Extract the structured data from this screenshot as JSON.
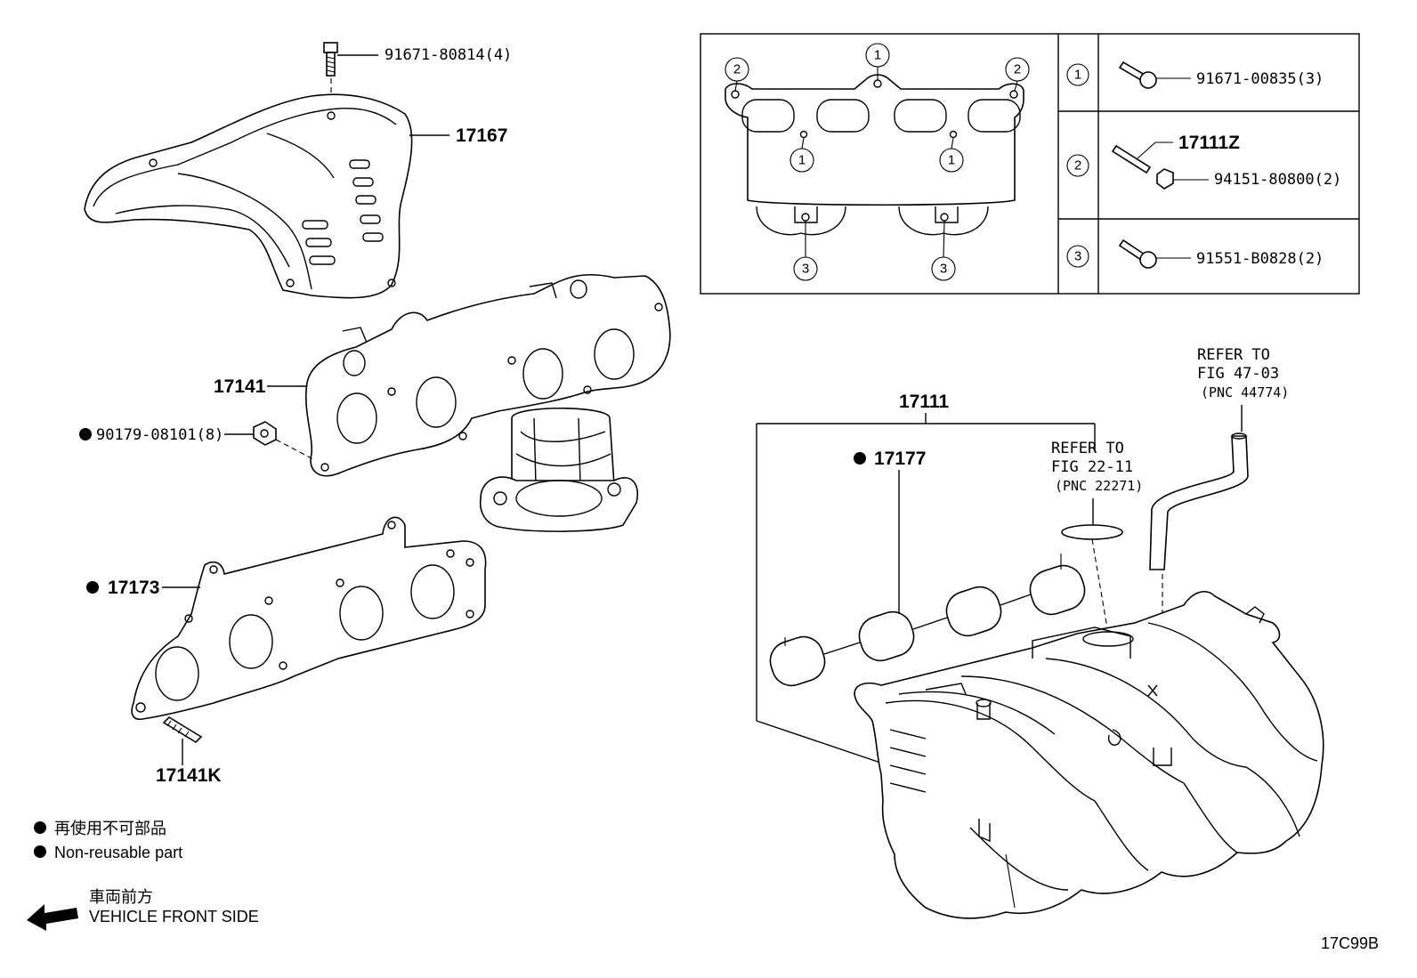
{
  "callouts": {
    "bolt_top": "91671-80814(4)",
    "heat_insulator": "17167",
    "exhaust_manifold": "17141",
    "nut": "90179-08101(8)",
    "gasket_exhaust": "17173",
    "stud": "17141K",
    "intake_manifold": "17111",
    "gasket_intake": "17177"
  },
  "refers": {
    "fig_22": {
      "line1": "REFER TO",
      "line2": "FIG 22-11",
      "line3": "(PNC 22271)"
    },
    "fig_47": {
      "line1": "REFER TO",
      "line2": "FIG 47-03",
      "line3": "(PNC 44774)"
    }
  },
  "detail_box": {
    "marks": [
      "1",
      "2",
      "3"
    ],
    "rows": [
      {
        "mark": "1",
        "part": "91671-00835(3)"
      },
      {
        "mark": "2",
        "part_a": "17111Z",
        "part_b": "94151-80800(2)"
      },
      {
        "mark": "3",
        "part": "91551-B0828(2)"
      }
    ]
  },
  "legend": {
    "jp": "再使用不可部品",
    "en": "Non-reusable part"
  },
  "front": {
    "jp": "車両前方",
    "en": "VEHICLE FRONT SIDE"
  },
  "figure_code": "17C99B",
  "icons": [
    "bullet-icon",
    "arrow-left-icon",
    "bolt-icon",
    "nut-icon",
    "stud-icon"
  ]
}
